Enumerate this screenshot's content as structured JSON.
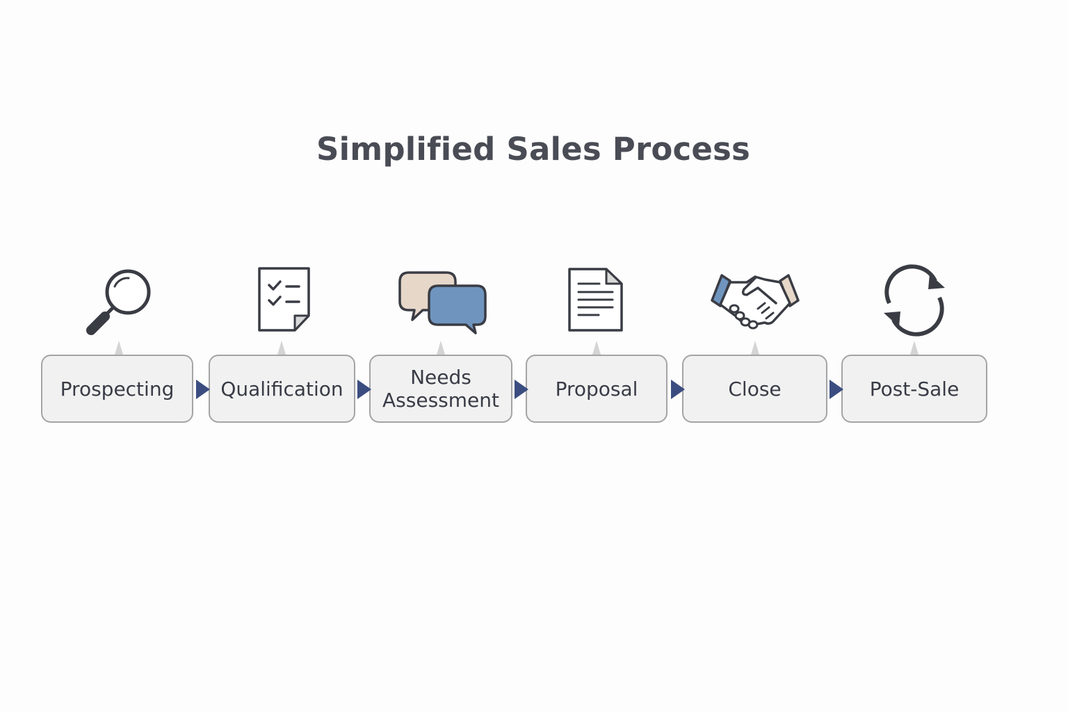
{
  "diagram": {
    "title": "Simplified Sales Process",
    "colors": {
      "stroke": "#3a3c44",
      "box_fill": "#f1f1f1",
      "box_border": "#a4a4a6",
      "arrow": "#3b4d80",
      "accent_blue": "#6f95bf",
      "accent_tan": "#e6d7c9"
    },
    "steps": [
      {
        "label": "Prospecting",
        "icon": "magnifying-glass-icon"
      },
      {
        "label": "Qualification",
        "icon": "checklist-icon"
      },
      {
        "label": "Needs\nAssessment",
        "icon": "speech-bubbles-icon"
      },
      {
        "label": "Proposal",
        "icon": "document-icon"
      },
      {
        "label": "Close",
        "icon": "handshake-icon"
      },
      {
        "label": "Post-Sale",
        "icon": "refresh-cycle-icon"
      }
    ]
  }
}
